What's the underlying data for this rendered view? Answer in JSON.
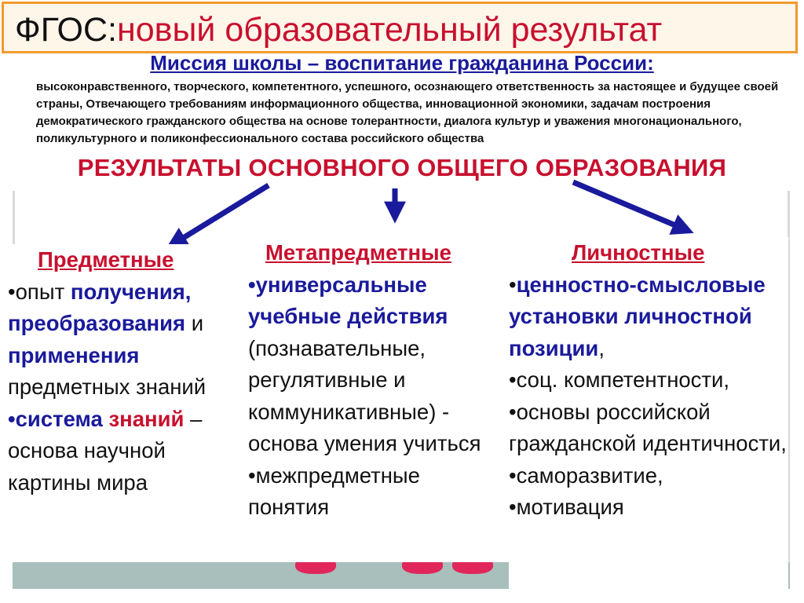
{
  "title": {
    "prefix": "ФГОС:",
    "main": "новый образовательный результат"
  },
  "mission": {
    "heading": "Миссия школы – воспитание гражданина России:",
    "description": "высоконравственного, творческого, компетентного, успешного, осознающего ответственность за настоящее и будущее своей страны, Отвечающего требованиям информационного общества, инновационной экономики, задачам построения демократического гражданского общества на основе толерантности, диалога культур и уважения многонационального, поликультурного и поликонфессионального состава российского общества"
  },
  "results_heading": "РЕЗУЛЬТАТЫ ОСНОВНОГО ОБЩЕГО ОБРАЗОВАНИЯ",
  "columns": {
    "subject": {
      "header": "Предметные",
      "b1_pre": "•опыт ",
      "b1_blue1": "получения, преобразования",
      "b1_mid": " и ",
      "b1_blue2": "применения",
      "b1_post": " предметных знаний",
      "b2_blue": "•система ",
      "b2_red": "знаний",
      "b2_post": " – основа научной картины мира"
    },
    "meta": {
      "header": "Метапредметные",
      "b1_blue": "•универсальные учебные действия",
      "b1_post": " (познавательные, регулятивные и коммуникативные) - основа умения учиться",
      "b2": "•межпредметные понятия"
    },
    "personal": {
      "header": "Личностные",
      "b1_pre": "•",
      "b1_blue": "ценностно-смысловые установки личностной позиции",
      "b1_post": ",",
      "b2": "•соц. компетентности,",
      "b3": "•основы российской гражданской идентичности,",
      "b4": "•саморазвитие,",
      "b5": "•мотивация"
    }
  },
  "colors": {
    "accent_red": "#c8102e",
    "accent_blue": "#1a1a9c",
    "title_border": "#f39a2e",
    "band": "#a8bfbc"
  }
}
